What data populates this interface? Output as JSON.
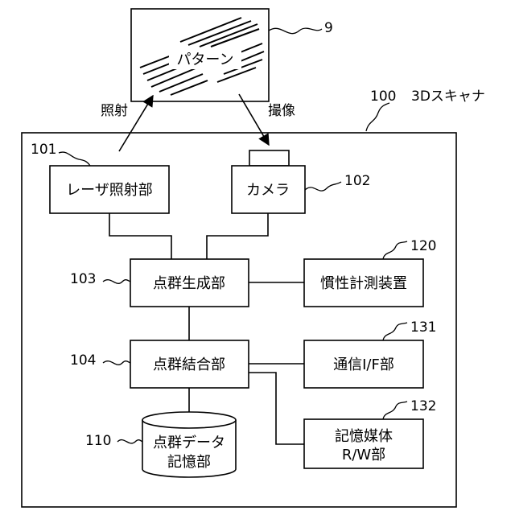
{
  "target": {
    "label": "パターン",
    "ref": "9"
  },
  "arrows": {
    "irradiation": "照射",
    "capture": "撮像"
  },
  "scanner": {
    "ref": "100",
    "name": "3Dスキャナ"
  },
  "blocks": {
    "laser": {
      "label": "レーザ照射部",
      "ref": "101"
    },
    "camera": {
      "label": "カメラ",
      "ref": "102"
    },
    "pc_gen": {
      "label": "点群生成部",
      "ref": "103"
    },
    "imu": {
      "label": "慣性計測装置",
      "ref": "120"
    },
    "pc_combine": {
      "label": "点群結合部",
      "ref": "104"
    },
    "comm": {
      "label": "通信I/F部",
      "ref": "131"
    },
    "media_rw": {
      "label_line1": "記憶媒体",
      "label_line2": "R/W部",
      "ref": "132"
    },
    "storage": {
      "label_line1": "点群データ",
      "label_line2": "記憶部",
      "ref": "110"
    }
  }
}
